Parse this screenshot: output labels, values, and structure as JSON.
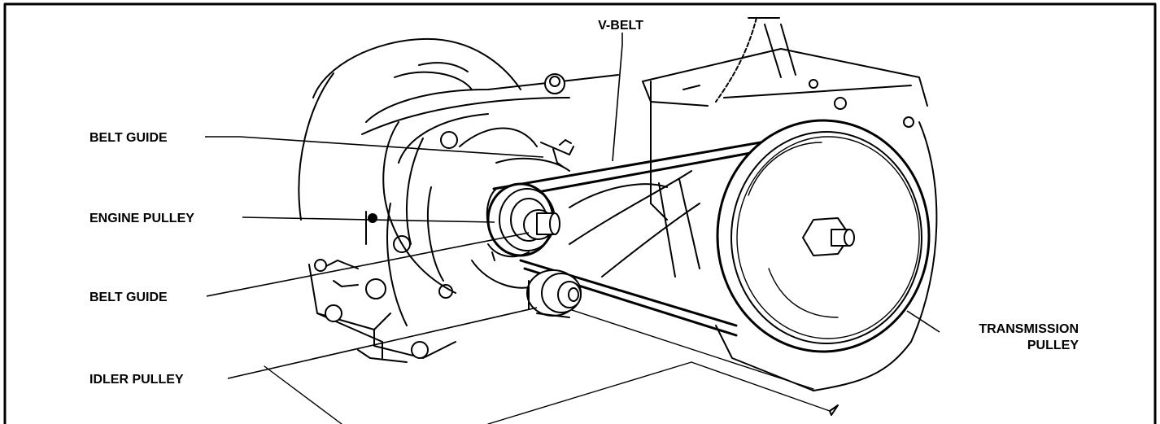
{
  "labels": {
    "v_belt": "V-BELT",
    "belt_guide_upper": "BELT GUIDE",
    "engine_pulley": "ENGINE PULLEY",
    "belt_guide_lower": "BELT GUIDE",
    "idler_pulley": "IDLER PULLEY",
    "transmission_pulley_line1": "TRANSMISSION",
    "transmission_pulley_line2": "PULLEY"
  },
  "colors": {
    "ink": "#000000",
    "background": "#ffffff"
  }
}
